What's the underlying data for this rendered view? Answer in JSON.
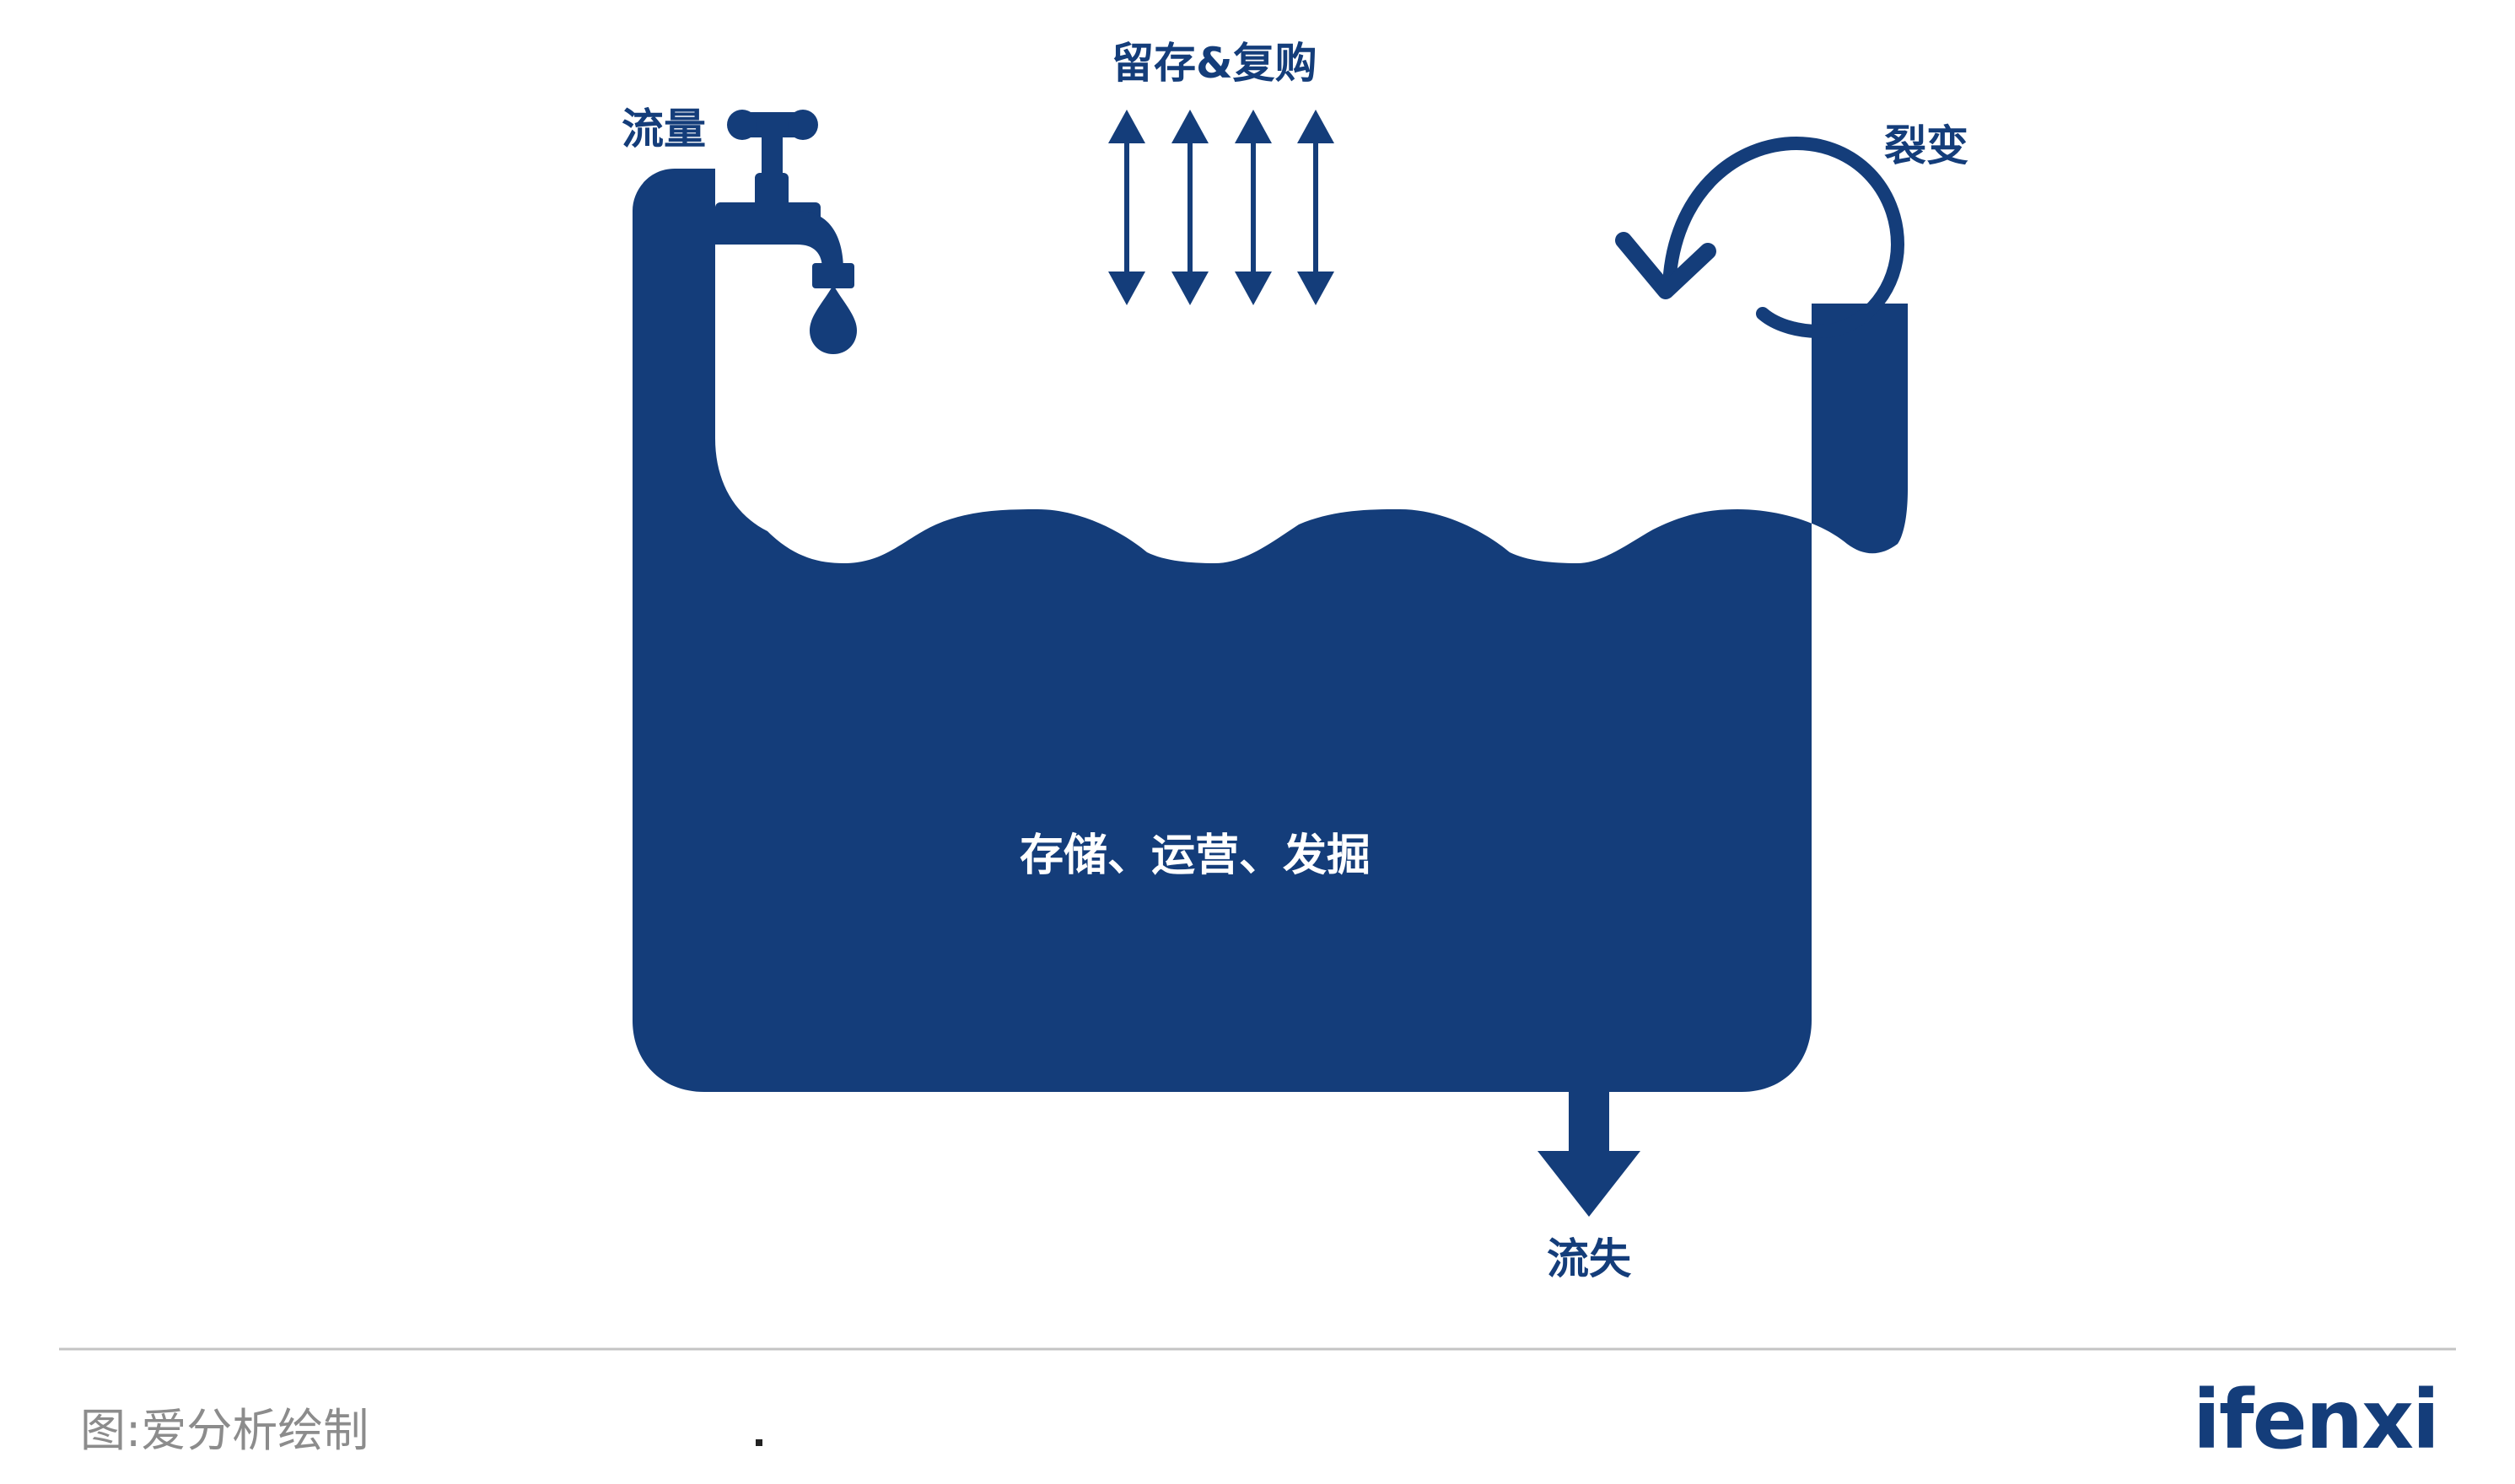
{
  "colors": {
    "primary": "#143d7a",
    "divider": "#c4c4c4",
    "caption": "#8c8c8c",
    "white": "#ffffff"
  },
  "labels": {
    "traffic": "流量",
    "retention": "留存&复购",
    "fission": "裂变",
    "center": "存储、运营、发掘",
    "churn": "流失"
  },
  "icons": {
    "faucet": "faucet-icon",
    "water_drop": "water-drop-icon",
    "loop_arrow": "circular-arrow-icon",
    "double_arrows": "double-headed-arrow-icon",
    "down_arrow": "down-arrow-icon"
  },
  "footer": {
    "caption": "图:爱分析绘制",
    "logo": "ifenxi"
  }
}
